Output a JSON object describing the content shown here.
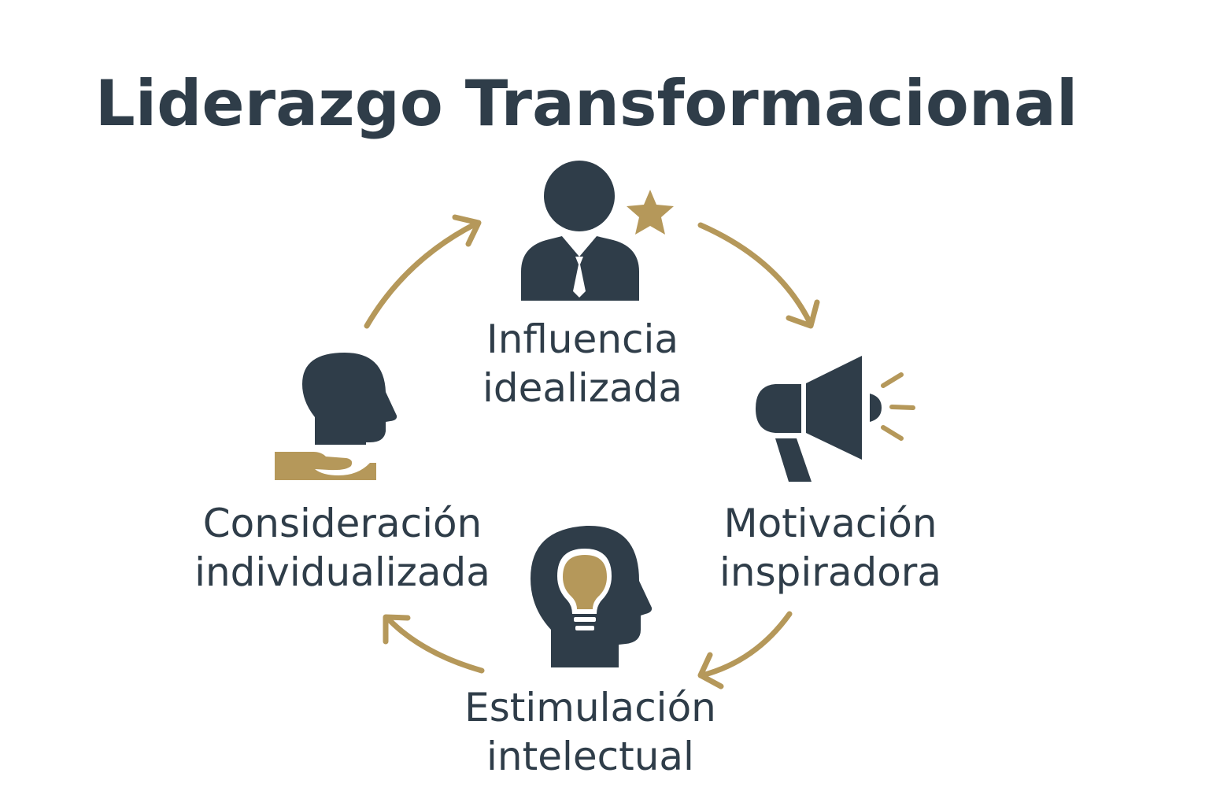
{
  "title": "Liderazgo Transformacional",
  "colors": {
    "primary": "#2f3d49",
    "accent": "#b5985a",
    "background": "#ffffff"
  },
  "nodes": [
    {
      "id": "influencia",
      "icon": "leader-with-star-icon",
      "lines": [
        "Influencia",
        "idealizada"
      ]
    },
    {
      "id": "motivacion",
      "icon": "megaphone-icon",
      "lines": [
        "Motivación",
        "inspiradora"
      ]
    },
    {
      "id": "estimulacion",
      "icon": "head-lightbulb-icon",
      "lines": [
        "Estimulación",
        "intelectual"
      ]
    },
    {
      "id": "consideracion",
      "icon": "head-on-hand-icon",
      "lines": [
        "Consideración",
        "individualizada"
      ]
    }
  ],
  "cycle": {
    "direction": "clockwise",
    "arrow_count": 4
  }
}
